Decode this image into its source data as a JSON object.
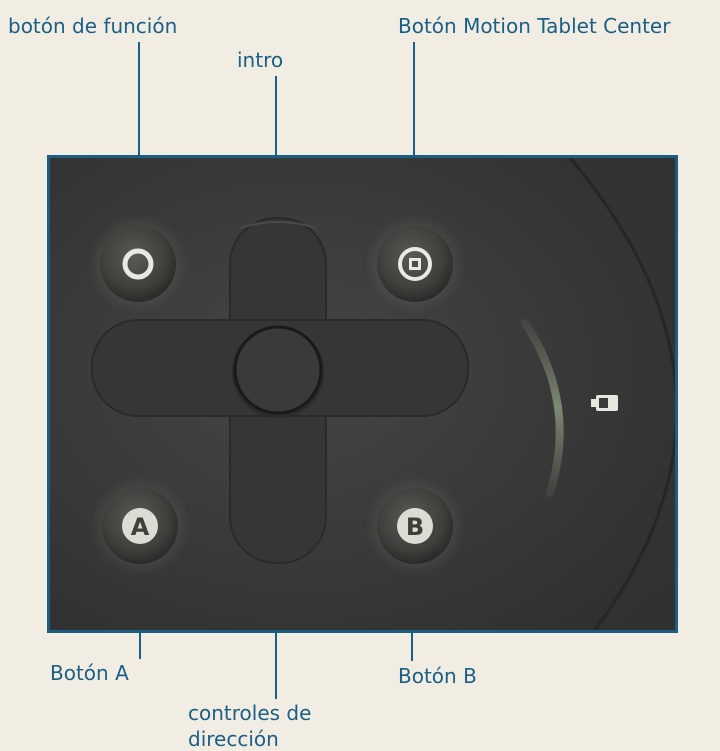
{
  "labels": {
    "function_button": "botón de función",
    "motion_center_button": "Botón Motion Tablet Center",
    "enter": "intro",
    "a_button": "Botón A",
    "b_button": "Botón B",
    "direction_line1": "controles de",
    "direction_line2": "dirección"
  },
  "buttons": {
    "a_glyph": "A",
    "b_glyph": "B"
  },
  "icons": {
    "function": "circle-icon",
    "motion_center": "square-in-circle-icon",
    "battery": "battery-icon"
  },
  "colors": {
    "background": "#f2ede3",
    "callout_text": "#1b5f87",
    "panel_border": "#1e5d82",
    "device_body": "#3b3b3b"
  }
}
